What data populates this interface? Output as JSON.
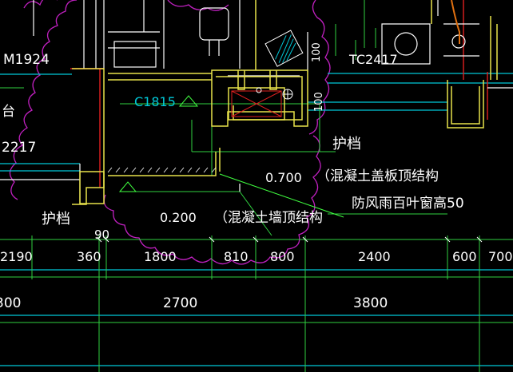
{
  "drawing": {
    "colors": {
      "background": "#000000",
      "wall_white": "#ffffff",
      "wall_yellow": "#e8e24a",
      "axis_red": "#e02020",
      "cloud_magenta": "#c020c0",
      "dim_green": "#30d040",
      "cyan_line": "#00c8d8",
      "leader_green": "#40ff40",
      "orange": "#e07010"
    },
    "labels": {
      "door_m1924": "M1924",
      "window_tc2417": "TC2417",
      "window_c1815": "C1815",
      "tai": "台",
      "code_2217": "2217",
      "guardrail_right": "护档",
      "guardrail_left": "护档",
      "level_0700": "0.700",
      "level_0200": "0.200",
      "note_slab_top": "（混凝土盖板顶结构",
      "note_louver": "防风雨百叶窗高50",
      "note_wall_top": "（混凝土墙顶结构",
      "dim_100": "100",
      "dim_100b": "100",
      "dim_90": "90"
    },
    "dimensions_row1": [
      "2190",
      "360",
      "1800",
      "810",
      "800",
      "2400",
      "600",
      "700"
    ],
    "dimensions_row2": [
      "300",
      "2700",
      "3800"
    ]
  }
}
